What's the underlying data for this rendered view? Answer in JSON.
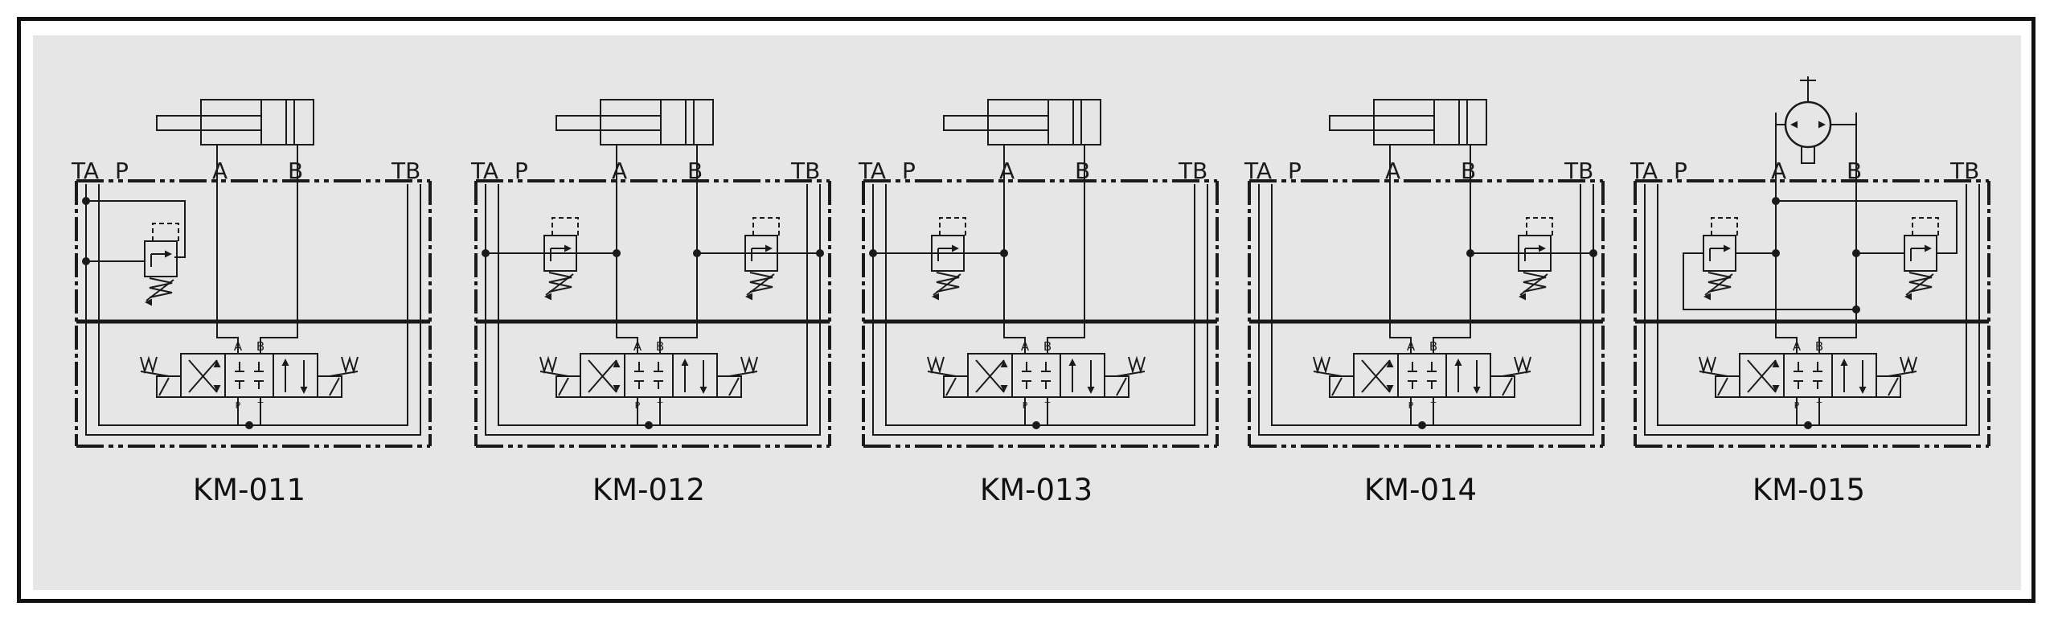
{
  "port_labels": {
    "ta": "TA",
    "p": "P",
    "a": "A",
    "b": "B",
    "tb": "TB"
  },
  "valve_port_labels": {
    "a": "A",
    "b": "B",
    "p": "P",
    "t": "T"
  },
  "modules": [
    {
      "code": "KM-011",
      "actuator": "cylinder",
      "relief_valves": [
        "left-tp"
      ]
    },
    {
      "code": "KM-012",
      "actuator": "cylinder",
      "relief_valves": [
        "left",
        "right"
      ]
    },
    {
      "code": "KM-013",
      "actuator": "cylinder",
      "relief_valves": [
        "left"
      ]
    },
    {
      "code": "KM-014",
      "actuator": "cylinder",
      "relief_valves": [
        "right"
      ]
    },
    {
      "code": "KM-015",
      "actuator": "motor",
      "relief_valves": [
        "left-cross",
        "right-cross"
      ]
    }
  ],
  "colors": {
    "line": "#1a1a1a",
    "panel": "#e6e6e6",
    "frame": "#111111"
  }
}
